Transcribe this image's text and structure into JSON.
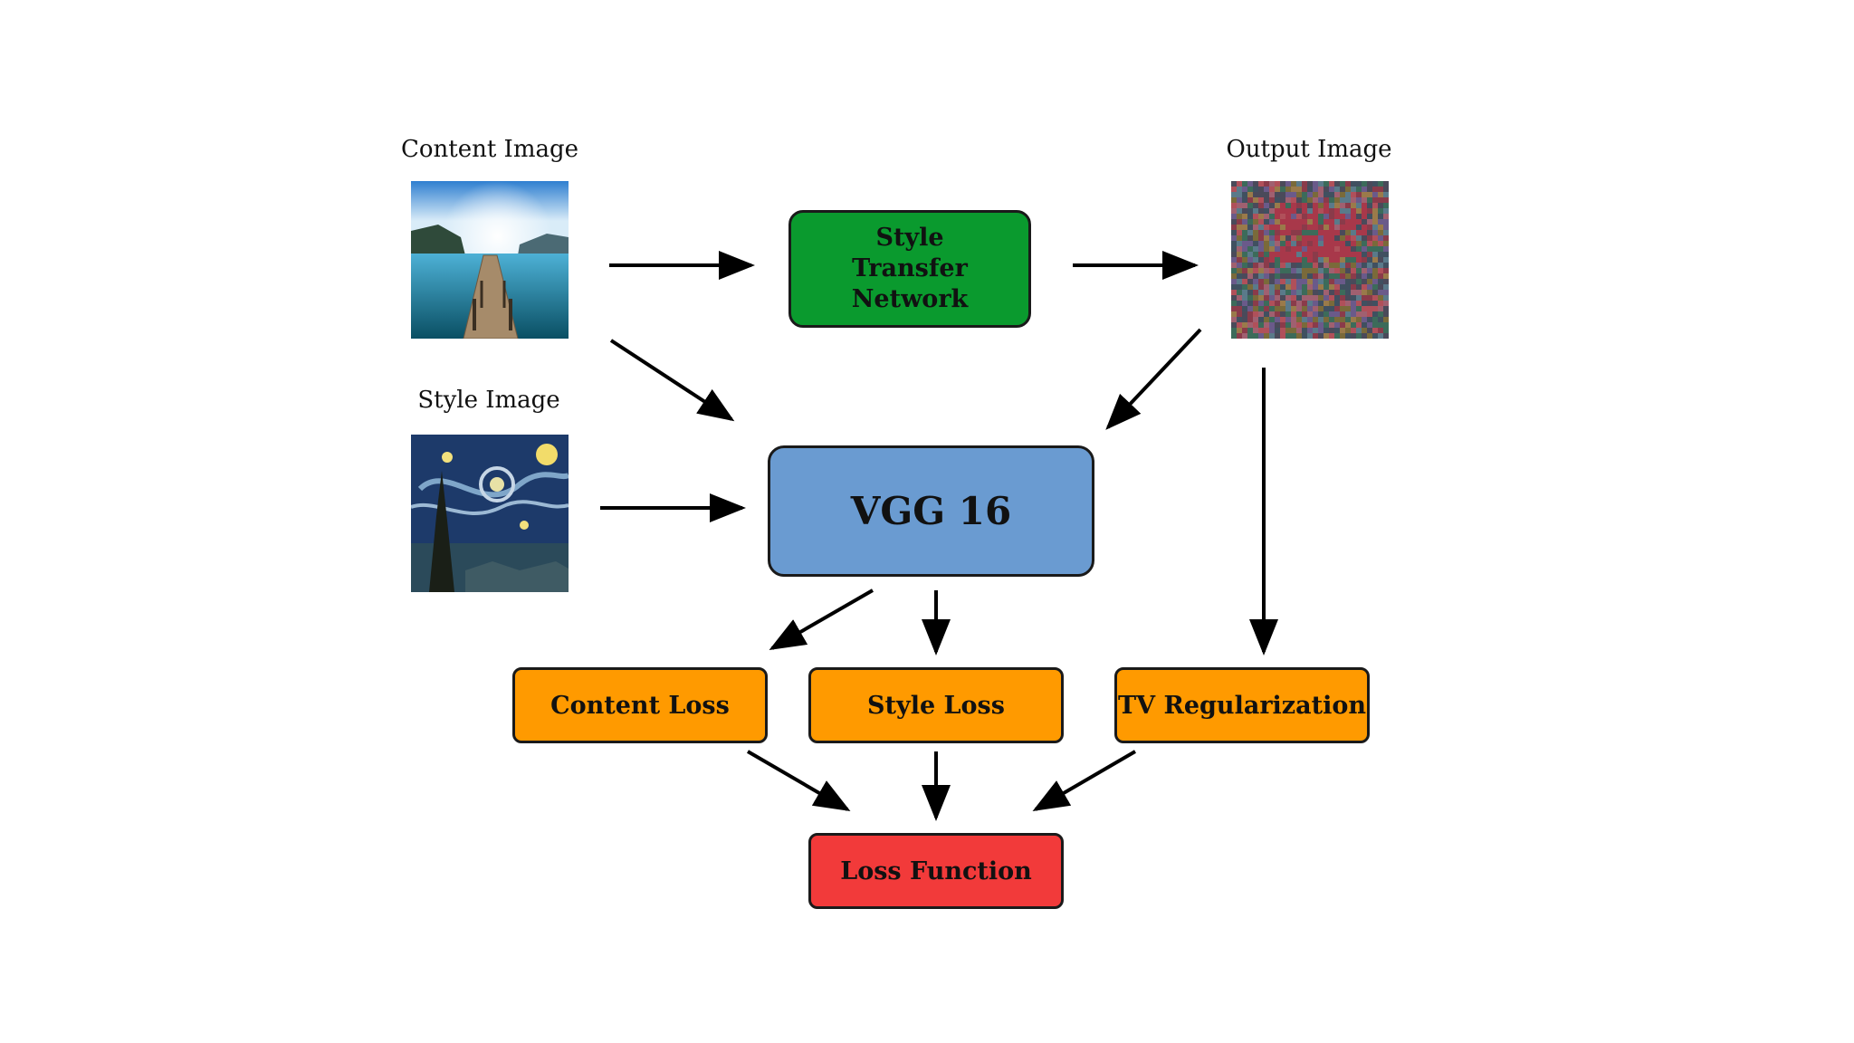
{
  "labels": {
    "content_image": "Content Image",
    "style_image": "Style Image",
    "output_image": "Output Image"
  },
  "nodes": {
    "style_transfer": "Style Transfer Network",
    "vgg": "VGG 16",
    "content_loss": "Content Loss",
    "style_loss": "Style Loss",
    "tv_reg": "TV Regularization",
    "loss_function": "Loss Function"
  },
  "colors": {
    "style_transfer": "#0a9a2e",
    "vgg": "#6a9bd1",
    "loss_boxes": "#ff9a00",
    "loss_function": "#f23a3a",
    "border": "#1a1a1a"
  }
}
